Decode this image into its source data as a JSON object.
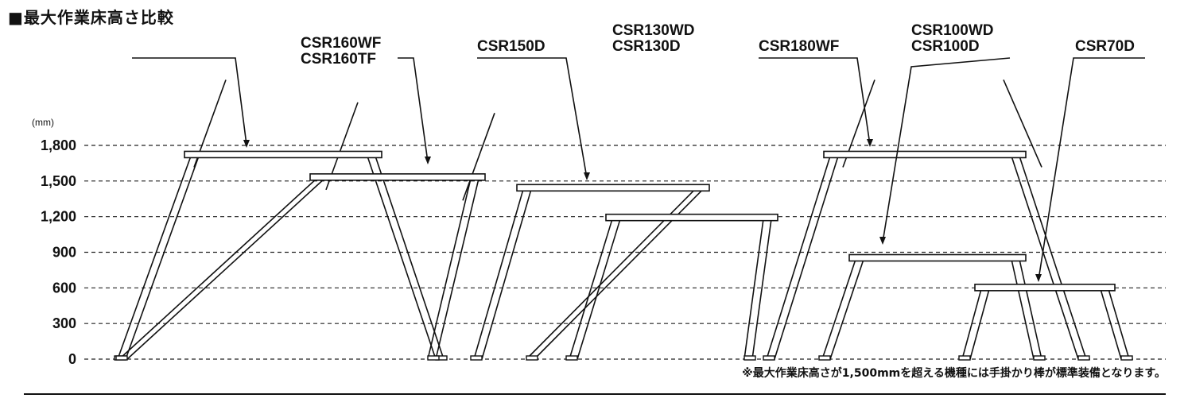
{
  "heading": "■最大作業床高さ比較",
  "note": "※最大作業床高さが1,500mmを超える機種には手掛かり棒が標準装備となります。",
  "chart_data": {
    "type": "diagram",
    "unit": "(mm)",
    "y_ticks": [
      "1,800",
      "1,500",
      "1,200",
      "900",
      "600",
      "300",
      "0"
    ],
    "y_tick_values": [
      1800,
      1500,
      1200,
      900,
      600,
      300,
      0
    ],
    "models": [
      {
        "label": [
          "CSR160WF",
          "CSR160TF"
        ],
        "height": 1560
      },
      {
        "label": [
          "CSR150D"
        ],
        "height": 1470
      },
      {
        "label": [
          "CSR130WD",
          "CSR130D"
        ],
        "height": 1220
      },
      {
        "label": [
          "CSR180WF"
        ],
        "height": 1750
      },
      {
        "label": [
          "CSR100WD",
          "CSR100D"
        ],
        "height": 880
      },
      {
        "label": [
          "CSR70D"
        ],
        "height": 630
      }
    ]
  }
}
